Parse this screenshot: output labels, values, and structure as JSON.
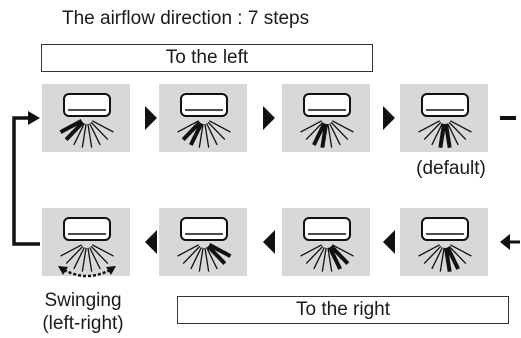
{
  "title": "The airflow direction : 7 steps",
  "labels": {
    "to_left": "To the left",
    "to_right": "To the right",
    "default": "(default)",
    "swinging_line1": "Swinging",
    "swinging_line2": "(left-right)"
  },
  "steps": {
    "top_row": [
      {
        "step": 1,
        "highlighted_louvers": [
          0,
          1
        ]
      },
      {
        "step": 2,
        "highlighted_louvers": [
          1,
          2
        ]
      },
      {
        "step": 3,
        "highlighted_louvers": [
          2,
          3
        ]
      },
      {
        "step": 4,
        "highlighted_louvers": [
          3,
          4
        ],
        "note": "default"
      }
    ],
    "bottom_row": [
      {
        "step": "swing",
        "highlighted_louvers": [],
        "note": "swinging"
      },
      {
        "step": 7,
        "highlighted_louvers": [
          6,
          7
        ]
      },
      {
        "step": 6,
        "highlighted_louvers": [
          5,
          6
        ]
      },
      {
        "step": 5,
        "highlighted_louvers": [
          4,
          5
        ]
      }
    ]
  }
}
